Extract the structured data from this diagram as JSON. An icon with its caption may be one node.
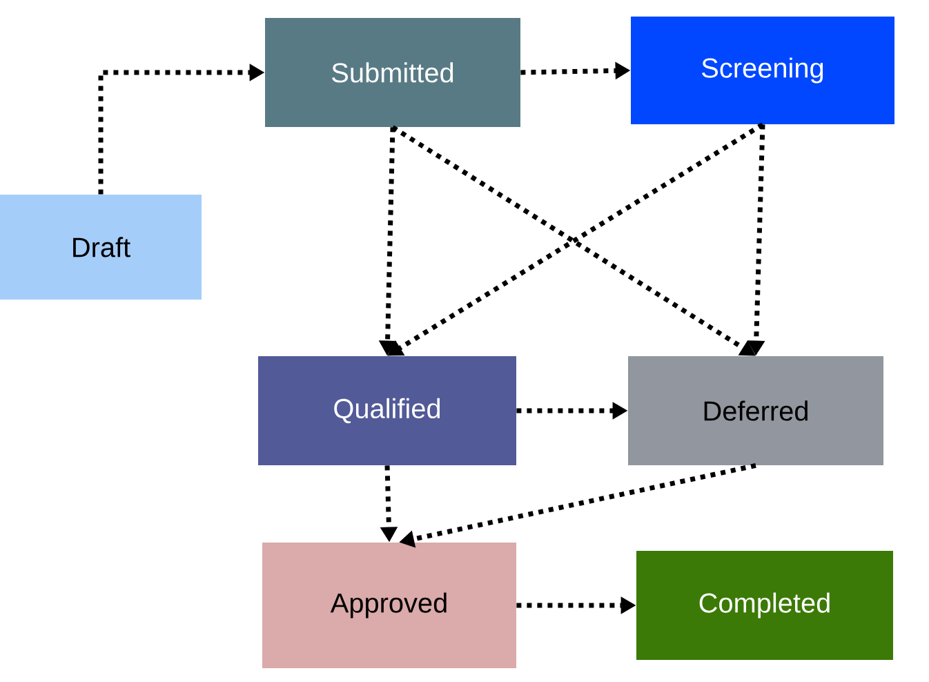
{
  "diagram": {
    "nodes": [
      {
        "text": [
          "Draft"
        ]
      },
      {
        "text": [
          "Submitted"
        ]
      },
      {
        "text": [
          "Screening"
        ]
      },
      {
        "text": [
          "Qualified"
        ]
      },
      {
        "text": [
          "Deferred"
        ]
      },
      {
        "text": [
          "Approved"
        ]
      },
      {
        "text": [
          "Completed"
        ]
      }
    ],
    "edges": [
      {
        "from": 0,
        "to": 1,
        "arrow": "to"
      },
      {
        "from": 1,
        "to": 2,
        "arrow": "to"
      },
      {
        "from": 1,
        "to": 3,
        "arrow": "to"
      },
      {
        "from": 1,
        "to": 4,
        "arrow": "to"
      },
      {
        "from": 2,
        "to": 3,
        "arrow": "to"
      },
      {
        "from": 2,
        "to": 4,
        "arrow": "to"
      },
      {
        "from": 3,
        "to": 4,
        "arrow": "to"
      },
      {
        "from": 3,
        "to": 5,
        "arrow": "to"
      },
      {
        "from": 4,
        "to": 5,
        "arrow": "to"
      },
      {
        "from": 5,
        "to": 6,
        "arrow": "to"
      }
    ]
  }
}
